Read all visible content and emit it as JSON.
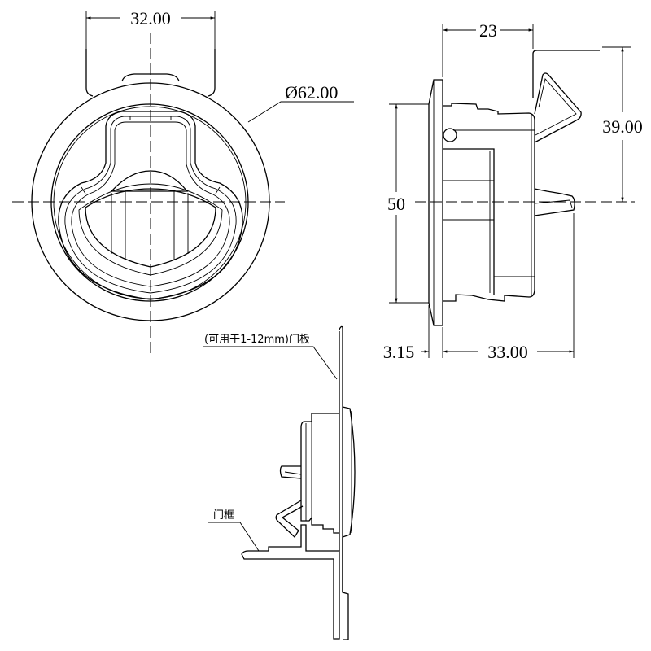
{
  "front_view": {
    "width_dim": "32.00",
    "diameter_dim": "Ø62.00"
  },
  "side_view": {
    "depth_top_dim": "23",
    "latch_height_dim": "39.00",
    "body_height_dim": "50",
    "flange_dim": "3.15",
    "depth_dim": "33.00"
  },
  "install_view": {
    "door_panel_label": "(可用于1-12mm)门板",
    "door_frame_label": "门框"
  },
  "colors": {
    "line": "#000000",
    "background": "#ffffff"
  }
}
